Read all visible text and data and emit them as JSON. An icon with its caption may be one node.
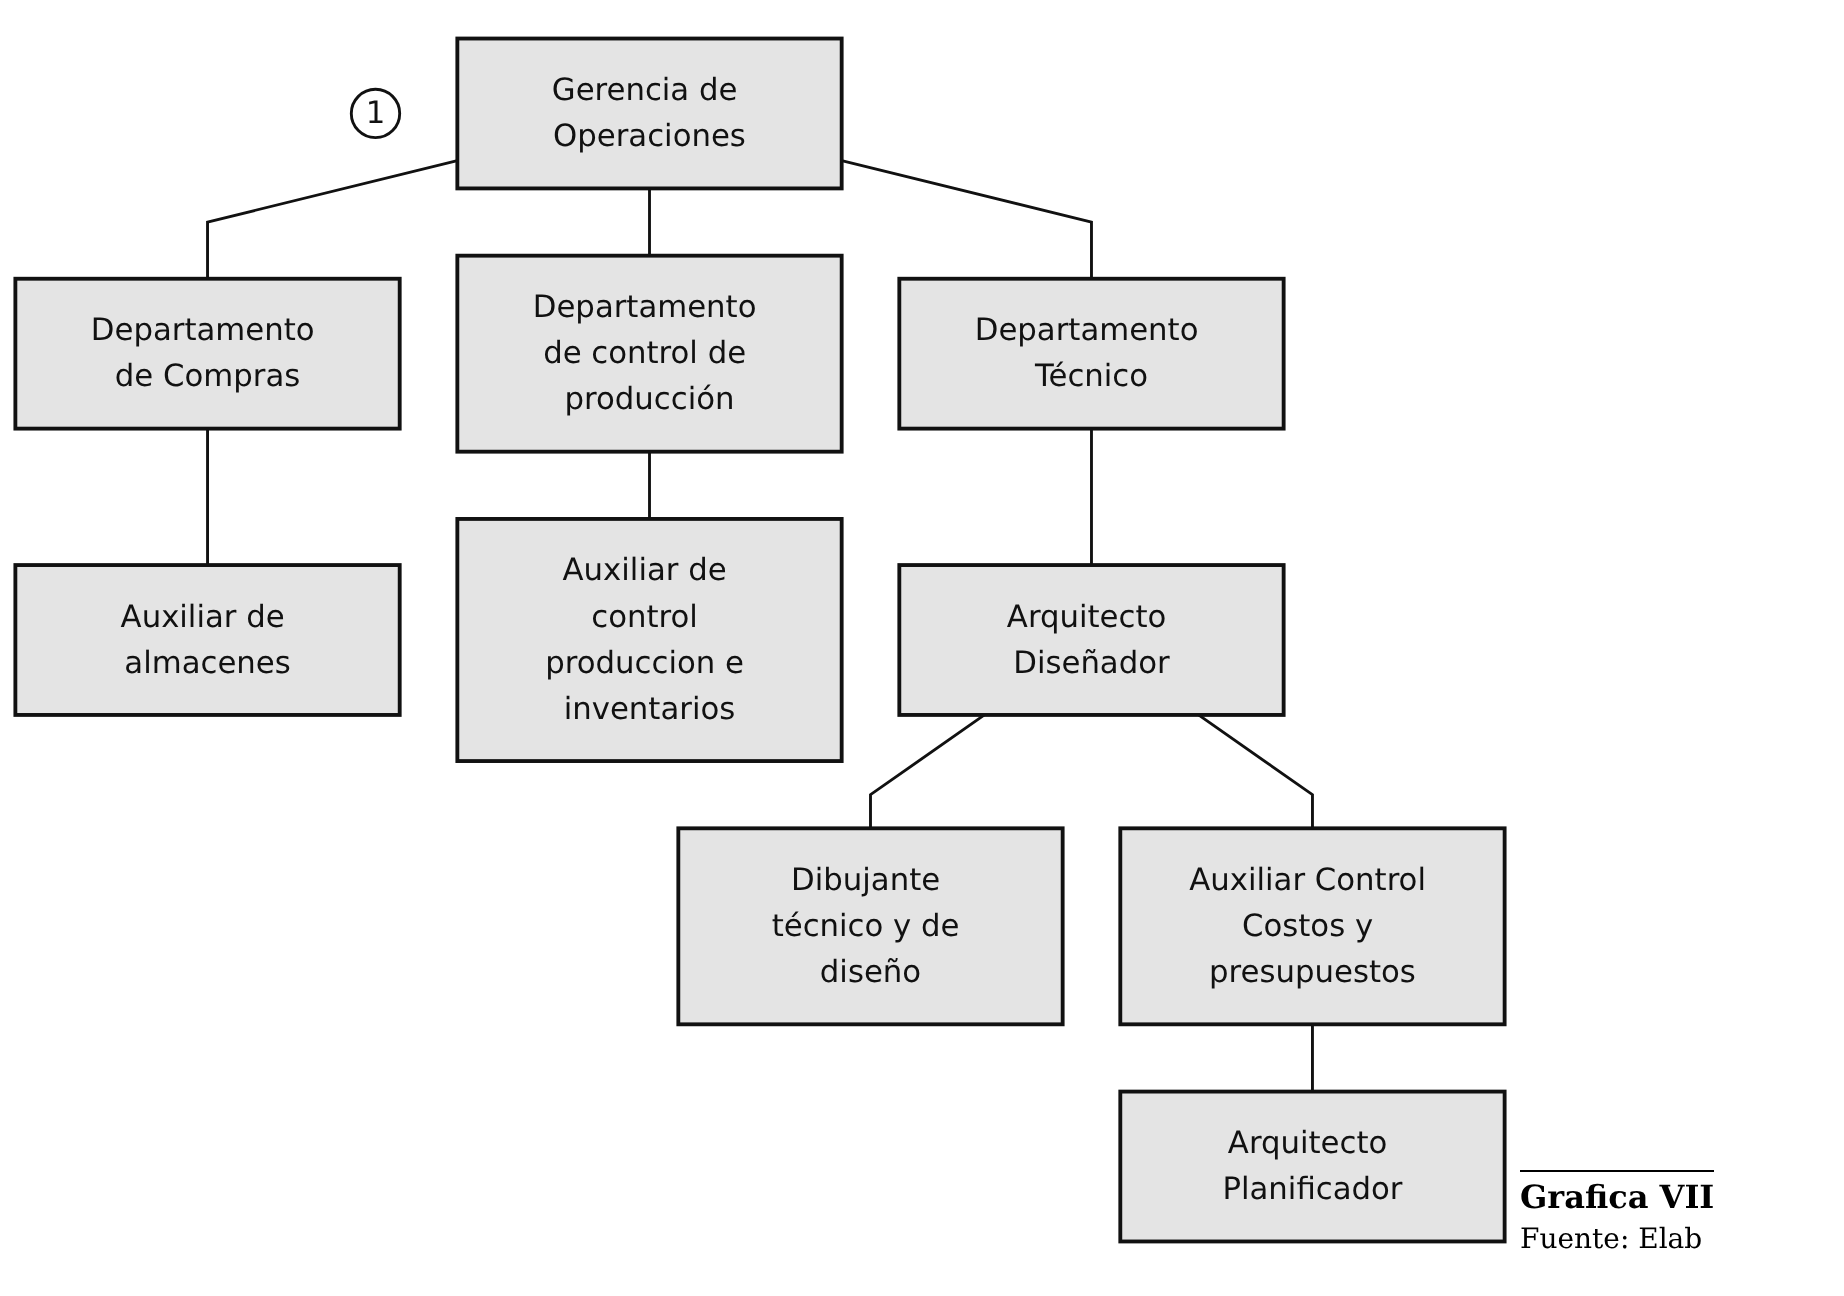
{
  "diagram": {
    "caption": "Grafica VII",
    "nodes": [
      {
        "text": [
          "1"
        ]
      },
      {
        "text": [
          "Gerencia de Operaciones"
        ]
      },
      {
        "text": [
          "Departamento de Compras"
        ]
      },
      {
        "text": [
          "Departamento de control de producción"
        ]
      },
      {
        "text": [
          "Departamento Técnico"
        ]
      },
      {
        "text": [
          "Auxiliar de almacenes"
        ]
      },
      {
        "text": [
          "Auxiliar de control produccion e inventarios"
        ]
      },
      {
        "text": [
          "Arquitecto Diseñador"
        ]
      },
      {
        "text": [
          "Dibujante técnico y de diseño"
        ]
      },
      {
        "text": [
          "Auxiliar Control Costos y presupuestos"
        ]
      },
      {
        "text": [
          "Arquitecto Planificador"
        ]
      }
    ],
    "edges": [
      {
        "from": 1,
        "to": 2,
        "arrow": "none"
      },
      {
        "from": 1,
        "to": 3,
        "arrow": "none"
      },
      {
        "from": 1,
        "to": 4,
        "arrow": "none"
      },
      {
        "from": 2,
        "to": 5,
        "arrow": "none"
      },
      {
        "from": 3,
        "to": 6,
        "arrow": "none"
      },
      {
        "from": 4,
        "to": 7,
        "arrow": "none"
      },
      {
        "from": 7,
        "to": 8,
        "arrow": "none"
      },
      {
        "from": 7,
        "to": 9,
        "arrow": "none"
      },
      {
        "from": 9,
        "to": 10,
        "arrow": "none"
      }
    ],
    "labels": [
      "Fuente: Elab"
    ]
  }
}
